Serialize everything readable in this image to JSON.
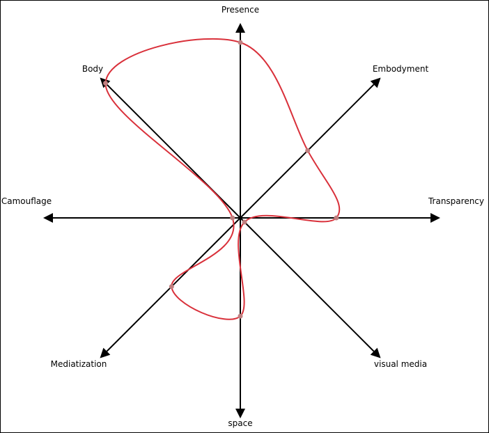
{
  "diagram": {
    "type": "radar",
    "axes": [
      {
        "id": "presence",
        "label": "Presence",
        "value": 0.9
      },
      {
        "id": "embodyment",
        "label": "Embodyment",
        "value": 0.48
      },
      {
        "id": "transparency",
        "label": "Transparency",
        "value": 0.48
      },
      {
        "id": "visual-media",
        "label": "visual media",
        "value": 0.03
      },
      {
        "id": "space",
        "label": "space",
        "value": 0.49
      },
      {
        "id": "mediatization",
        "label": "Mediatization",
        "value": 0.49
      },
      {
        "id": "camouflage",
        "label": "Camouflage",
        "value": 0.04
      },
      {
        "id": "body",
        "label": "Body",
        "value": 0.96
      }
    ],
    "colors": {
      "axis": "#000000",
      "curve": "#d9303a",
      "vertex": "#c08080"
    }
  }
}
